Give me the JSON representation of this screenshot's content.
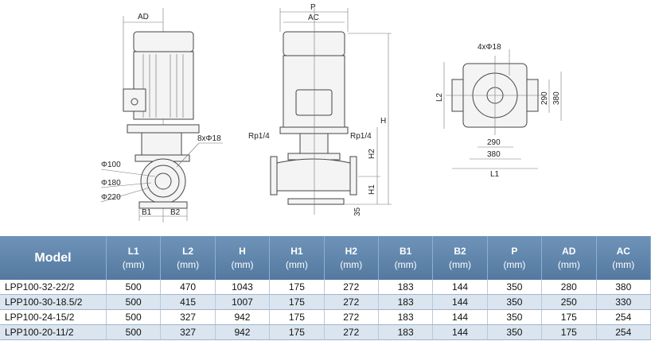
{
  "drawing": {
    "front_view": {
      "ad": "AD",
      "flange_holes": "8xΦ18",
      "d1": "Φ100",
      "d2": "Φ180",
      "d3": "Φ220",
      "b1": "B1",
      "b2": "B2"
    },
    "side_view": {
      "p": "P",
      "ac": "AC",
      "h": "H",
      "h1": "H1",
      "h2": "H2",
      "base": "35",
      "rp_left": "Rp1/4",
      "rp_right": "Rp1/4"
    },
    "top_view": {
      "holes": "4xΦ18",
      "l1": "L1",
      "l2": "L2",
      "w1": "290",
      "w2": "380",
      "v1": "290",
      "v2": "380"
    }
  },
  "table": {
    "headers": [
      {
        "name": "Model",
        "unit": ""
      },
      {
        "name": "L1",
        "unit": "(mm)"
      },
      {
        "name": "L2",
        "unit": "(mm)"
      },
      {
        "name": "H",
        "unit": "(mm)"
      },
      {
        "name": "H1",
        "unit": "(mm)"
      },
      {
        "name": "H2",
        "unit": "(mm)"
      },
      {
        "name": "B1",
        "unit": "(mm)"
      },
      {
        "name": "B2",
        "unit": "(mm)"
      },
      {
        "name": "P",
        "unit": "(mm)"
      },
      {
        "name": "AD",
        "unit": "(mm)"
      },
      {
        "name": "AC",
        "unit": "(mm)"
      }
    ],
    "rows": [
      [
        "LPP100-32-22/2",
        "500",
        "470",
        "1043",
        "175",
        "272",
        "183",
        "144",
        "350",
        "280",
        "380"
      ],
      [
        "LPP100-30-18.5/2",
        "500",
        "415",
        "1007",
        "175",
        "272",
        "183",
        "144",
        "350",
        "250",
        "330"
      ],
      [
        "LPP100-24-15/2",
        "500",
        "327",
        "942",
        "175",
        "272",
        "183",
        "144",
        "350",
        "175",
        "254"
      ],
      [
        "LPP100-20-11/2",
        "500",
        "327",
        "942",
        "175",
        "272",
        "183",
        "144",
        "350",
        "175",
        "254"
      ]
    ]
  }
}
